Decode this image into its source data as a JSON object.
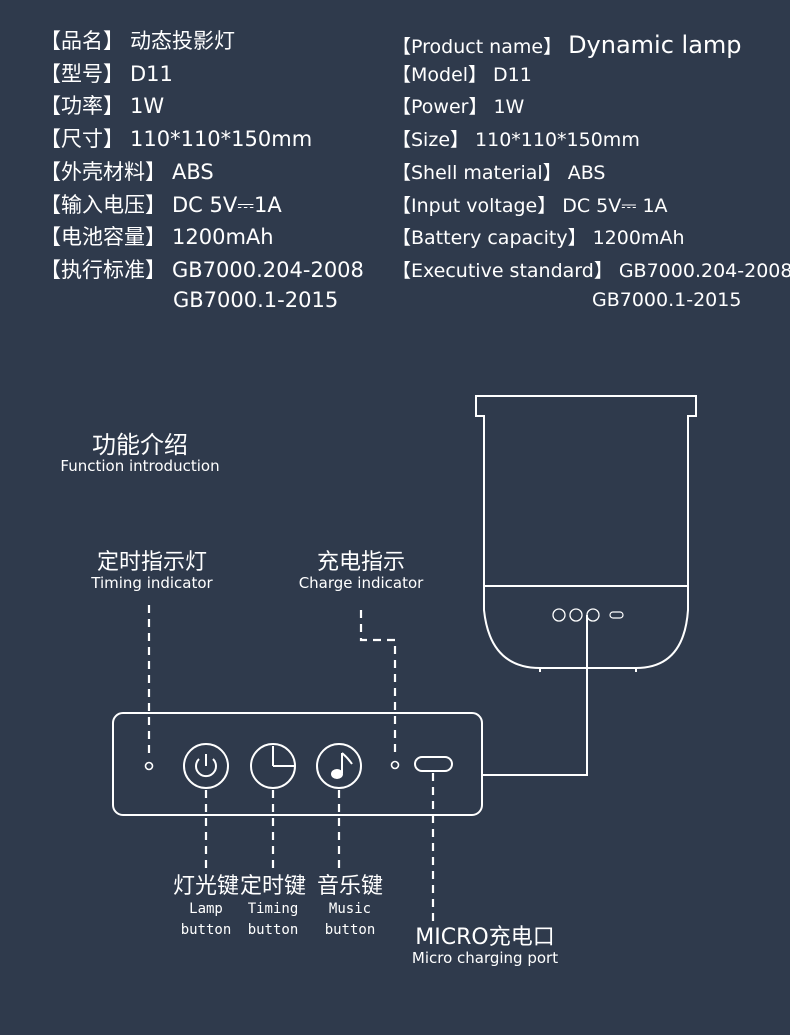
{
  "specs_cn": [
    {
      "label": "【品名】",
      "value": "动态投影灯"
    },
    {
      "label": "【型号】",
      "value": "D11"
    },
    {
      "label": "【功率】",
      "value": "1W"
    },
    {
      "label": "【尺寸】",
      "value": "110*110*150mm"
    },
    {
      "label": "【外壳材料】",
      "value": "ABS"
    },
    {
      "label": "【输入电压】",
      "value": "DC 5V⎓1A"
    },
    {
      "label": "【电池容量】",
      "value": "1200mAh"
    },
    {
      "label": "【执行标准】",
      "value": "GB7000.204-2008"
    }
  ],
  "specs_cn_extra": "GB7000.1-2015",
  "specs_en": [
    {
      "label": "【Product name】",
      "value": "Dynamic lamp"
    },
    {
      "label": "【Model】",
      "value": "D11"
    },
    {
      "label": "【Power】",
      "value": "1W"
    },
    {
      "label": "【Size】",
      "value": "110*110*150mm"
    },
    {
      "label": "【Shell material】",
      "value": "ABS"
    },
    {
      "label": "【Input voltage】",
      "value": "DC 5V⎓ 1A"
    },
    {
      "label": "【Battery capacity】",
      "value": "1200mAh"
    },
    {
      "label": "【Executive standard】",
      "value": "GB7000.204-2008"
    }
  ],
  "specs_en_extra": "GB7000.1-2015",
  "function": {
    "cn": "功能介绍",
    "en": "Function introduction"
  },
  "callouts": {
    "timing_indicator": {
      "cn": "定时指示灯",
      "en": "Timing indicator"
    },
    "charge_indicator": {
      "cn": "充电指示",
      "en": "Charge indicator"
    },
    "lamp_button": {
      "cn": "灯光键",
      "en1": "Lamp",
      "en2": "button"
    },
    "timing_button": {
      "cn": "定时键",
      "en1": "Timing",
      "en2": "button"
    },
    "music_button": {
      "cn": "音乐键",
      "en1": "Music",
      "en2": "button"
    },
    "micro_port": {
      "cn": "MICRO充电口",
      "en": "Micro charging port"
    }
  },
  "colors": {
    "background": "#2f3a4c",
    "foreground": "#ffffff"
  },
  "icons": [
    "power-icon",
    "clock-icon",
    "music-note-icon",
    "micro-usb-port-icon"
  ]
}
